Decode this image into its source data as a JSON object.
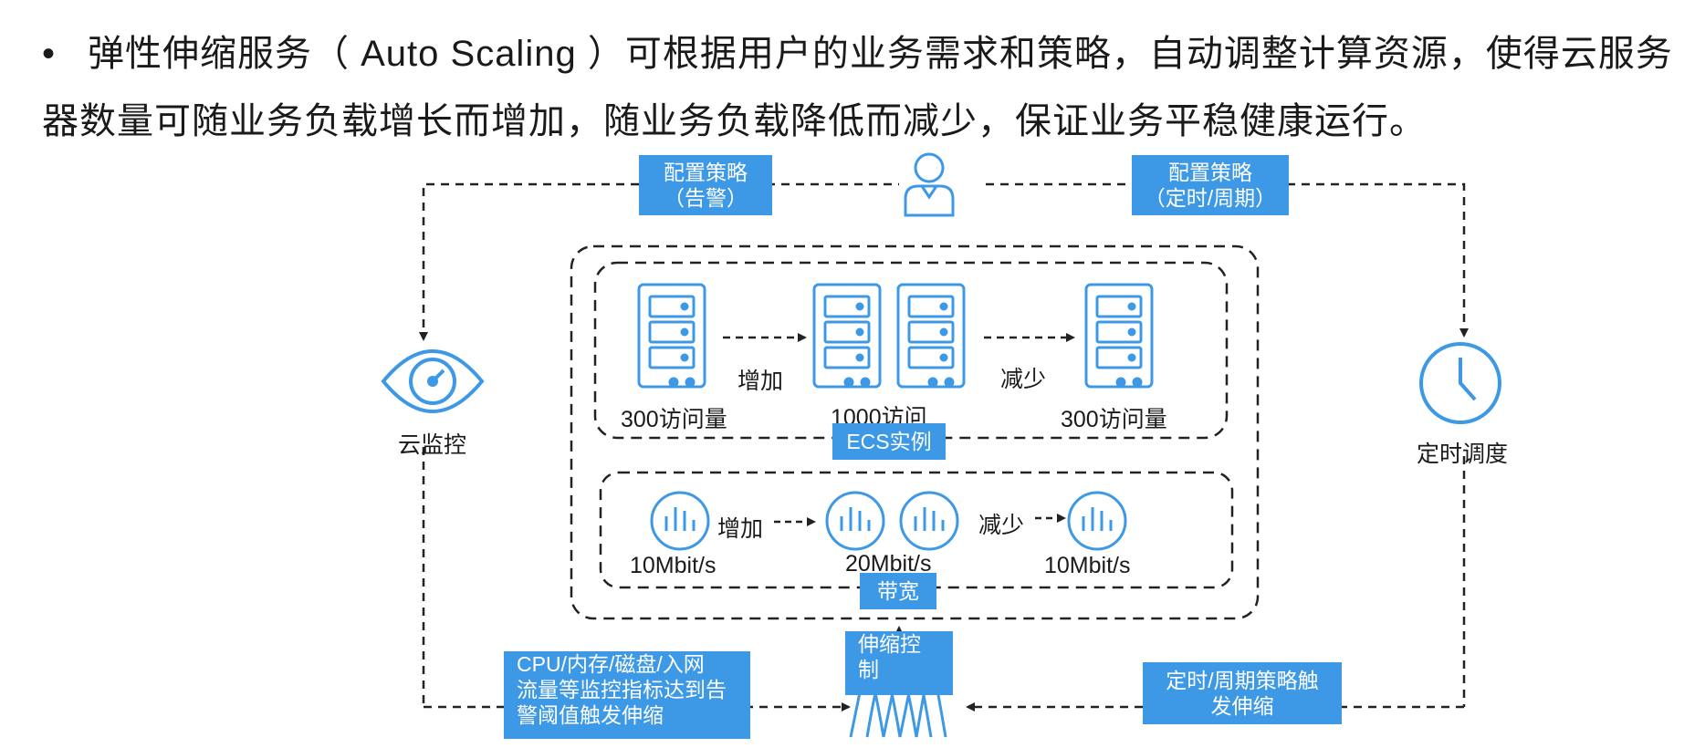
{
  "intro": {
    "bullet": "•",
    "line1": "弹性伸缩服务（ Auto  Scaling ）可根据用户的业务需求和策略，自动调整计算资源，使得云服务",
    "line2": "器数量可随业务负载增长而增加，随业务负载降低而减少，保证业务平稳健康运行。"
  },
  "policies": {
    "alarm": {
      "line1": "配置策略",
      "line2": "（告警）"
    },
    "timer": {
      "line1": "配置策略",
      "line2": "（定时/周期）"
    }
  },
  "sides": {
    "cloud_monitor": "云监控",
    "scheduler": "定时调度"
  },
  "ecs": {
    "tag": "ECS实例",
    "increase": "增加",
    "decrease": "减少",
    "left_label": "300访问量",
    "middle_label": "1000访问",
    "right_label": "300访问量"
  },
  "bandwidth": {
    "tag": "带宽",
    "increase": "增加",
    "decrease": "减少",
    "left_label": "10Mbit/s",
    "middle_label": "20Mbit/s",
    "right_label": "10Mbit/s"
  },
  "control": {
    "line1": "伸缩控",
    "line2": "制"
  },
  "triggers": {
    "monitor": {
      "line1": "CPU/内存/磁盘/入网",
      "line2": "流量等监控指标达到告",
      "line3": "警阈值触发伸缩"
    },
    "timer": {
      "line1": "定时/周期策略触",
      "line2": "发伸缩"
    }
  },
  "colors": {
    "accent": "#3d98e6",
    "line": "#222222"
  }
}
